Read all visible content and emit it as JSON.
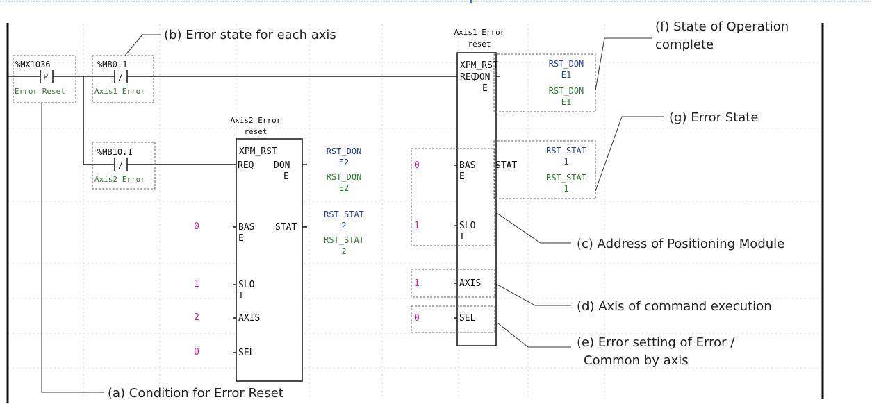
{
  "colors": {
    "variable_name": "#2e7d32",
    "input_constant": "#d81b9a",
    "output_var_blue": "#1f3fa8",
    "output_var_green": "#2e7d32"
  },
  "contacts": {
    "c1": {
      "address": "%MX1036",
      "symbol": "P",
      "name": "Error Reset"
    },
    "c2": {
      "address": "%MB0.1",
      "symbol": "/",
      "name": "Axis1 Error"
    },
    "c3": {
      "address": "%MB10.1",
      "symbol": "/",
      "name": "Axis2 Error"
    }
  },
  "fb1": {
    "title": [
      "Axis1 Error",
      "reset"
    ],
    "name": "XPM_RST",
    "in_req": "REQ",
    "in_base": [
      "BAS",
      "E"
    ],
    "in_slot": [
      "SLO",
      "T"
    ],
    "in_axis": "AXIS",
    "in_sel": "SEL",
    "out_done": [
      "DON",
      "E"
    ],
    "out_stat": "STAT",
    "val_base": "0",
    "val_slot": "1",
    "val_axis": "1",
    "val_sel": "0",
    "done_var": [
      "RST_DON",
      "E1"
    ],
    "done_var2": [
      "RST_DON",
      "E1"
    ],
    "stat_var": [
      "RST_STAT",
      "1"
    ],
    "stat_var2": [
      "RST_STAT",
      "1"
    ]
  },
  "fb2": {
    "title": [
      "Axis2 Error",
      "reset"
    ],
    "name": "XPM_RST",
    "in_req": "REQ",
    "in_base": [
      "BAS",
      "E"
    ],
    "in_slot": [
      "SLO",
      "T"
    ],
    "in_axis": "AXIS",
    "in_sel": "SEL",
    "out_done": [
      "DON",
      "E"
    ],
    "out_stat": "STAT",
    "val_base": "0",
    "val_slot": "1",
    "val_axis": "2",
    "val_sel": "0",
    "done_var": [
      "RST_DON",
      "E2"
    ],
    "done_var2": [
      "RST_DON",
      "E2"
    ],
    "stat_var": [
      "RST_STAT",
      "2"
    ],
    "stat_var2": [
      "RST_STAT",
      "2"
    ]
  },
  "callouts": {
    "a": "(a) Condition for Error Reset",
    "b": "(b) Error state for each axis",
    "c": "(c) Address of Positioning Module",
    "d": "(d) Axis of command execution",
    "e": [
      "(e) Error setting of Error /",
      "Common by axis"
    ],
    "f": [
      "(f) State of Operation",
      "complete"
    ],
    "g": "(g) Error State"
  }
}
